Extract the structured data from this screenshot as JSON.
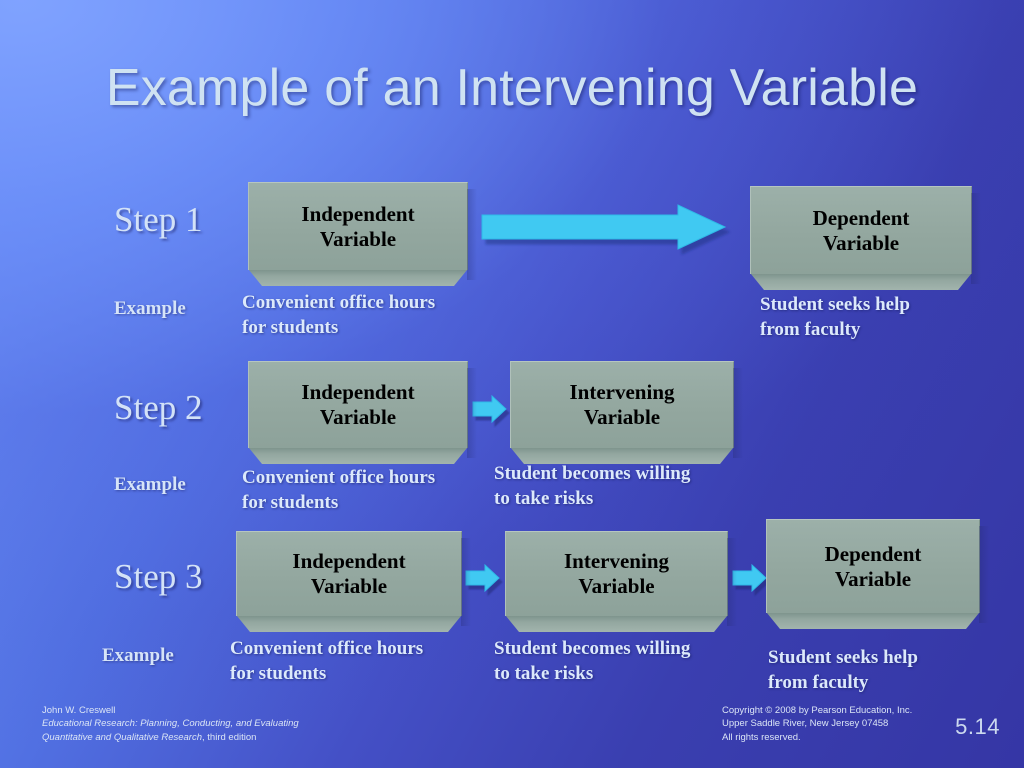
{
  "slide": {
    "title": "Example of an Intervening Variable",
    "slide_number": "5.14",
    "accent_color": "#3fc9f2",
    "box_color": "#93a79f",
    "title_color": "#cfe2f2",
    "background_from": "#6f91f7",
    "background_to": "#3536a5"
  },
  "labels": {
    "step1": "Step 1",
    "step2": "Step 2",
    "step3": "Step 3",
    "example": "Example"
  },
  "steps": [
    {
      "name": "Step 1",
      "label": "Step 1",
      "example_label": "Example",
      "boxes": [
        {
          "title_line1": "Independent",
          "title_line2": "Variable",
          "caption_line1": "Convenient office hours",
          "caption_line2": "for students"
        },
        {
          "title_line1": "Dependent",
          "title_line2": "Variable",
          "caption_line1": "Student seeks help",
          "caption_line2": "from faculty"
        }
      ],
      "arrows": [
        "large-right-arrow"
      ]
    },
    {
      "name": "Step 2",
      "label": "Step 2",
      "example_label": "Example",
      "boxes": [
        {
          "title_line1": "Independent",
          "title_line2": "Variable",
          "caption_line1": "Convenient office hours",
          "caption_line2": "for students"
        },
        {
          "title_line1": "Intervening",
          "title_line2": "Variable",
          "caption_line1": "Student becomes willing",
          "caption_line2": "to take risks"
        }
      ],
      "arrows": [
        "small-right-arrow"
      ]
    },
    {
      "name": "Step 3",
      "label": "Step 3",
      "example_label": "Example",
      "boxes": [
        {
          "title_line1": "Independent",
          "title_line2": "Variable",
          "caption_line1": "Convenient office hours",
          "caption_line2": "for students"
        },
        {
          "title_line1": "Intervening",
          "title_line2": "Variable",
          "caption_line1": "Student becomes willing",
          "caption_line2": "to take risks"
        },
        {
          "title_line1": "Dependent",
          "title_line2": "Variable",
          "caption_line1": "Student seeks help",
          "caption_line2": "from faculty"
        }
      ],
      "arrows": [
        "small-right-arrow",
        "small-right-arrow"
      ]
    }
  ],
  "footer": {
    "author": "John W. Creswell",
    "book_line1": "Educational Research: Planning, Conducting, and Evaluating",
    "book_line2_italic": "Quantitative and Qualitative Research",
    "book_line2_rest": ", third edition",
    "copyright_line1": "Copyright © 2008 by Pearson Education, Inc.",
    "copyright_line2": "Upper Saddle River, New Jersey 07458",
    "copyright_line3": "All rights reserved."
  }
}
